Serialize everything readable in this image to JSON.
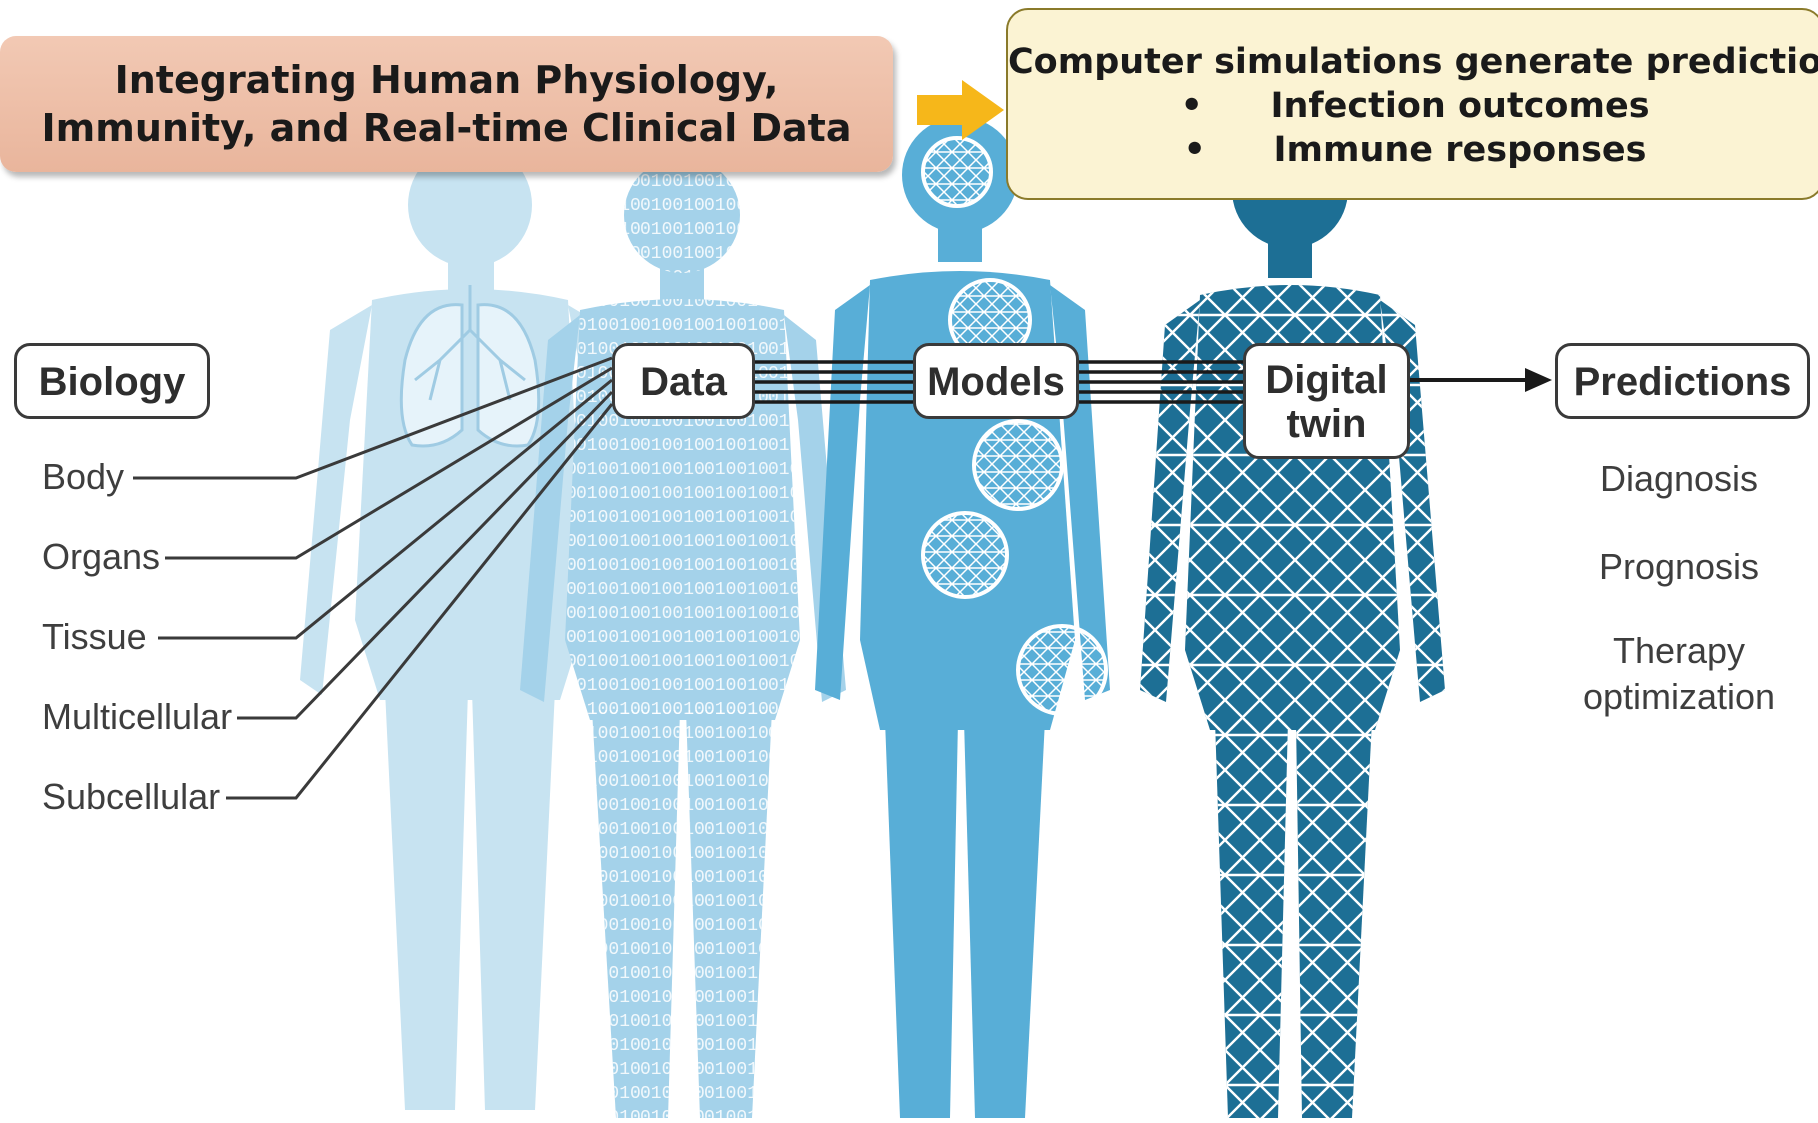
{
  "banner": {
    "line1": "Integrating Human Physiology,",
    "line2": "Immunity, and Real-time Clinical Data"
  },
  "simulation": {
    "title": "Computer simulations generate predictions",
    "bullet": "•",
    "items": [
      "Infection outcomes",
      "Immune responses"
    ]
  },
  "stages": {
    "biology": "Biology",
    "data": "Data",
    "models": "Models",
    "twin_line1": "Digital",
    "twin_line2": "twin",
    "predictions": "Predictions"
  },
  "biology_levels": [
    "Body",
    "Organs",
    "Tissue",
    "Multicellular",
    "Subcellular"
  ],
  "prediction_items": {
    "diagnosis": "Diagnosis",
    "prognosis": "Prognosis",
    "therapy_line1": "Therapy",
    "therapy_line2": "optimization"
  },
  "colors": {
    "figure_pale": "#c7e3f1",
    "figure_data": "#a4d2ea",
    "figure_models": "#58aed7",
    "figure_twin": "#1d6f95",
    "arrow_accent": "#f6b71a"
  },
  "icons": [
    "yellow-arrow-icon",
    "black-arrow-icon",
    "lung-icon",
    "mesh-sphere-icon"
  ]
}
